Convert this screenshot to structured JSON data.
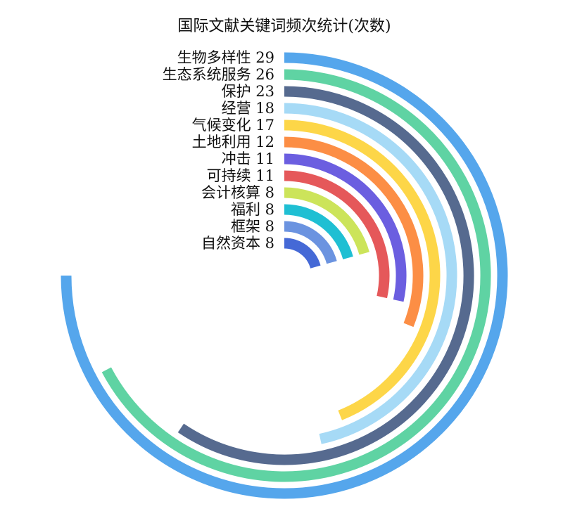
{
  "chart_data": {
    "type": "radial-bar",
    "title": "国际文献关键词频次统计(次数)",
    "max_value": 29,
    "categories": [
      "生物多样性",
      "生态系统服务",
      "保护",
      "经营",
      "气候变化",
      "土地利用",
      "冲击",
      "可持续",
      "会计核算",
      "福利",
      "框架",
      "自然资本"
    ],
    "values": [
      29,
      26,
      23,
      18,
      17,
      12,
      11,
      11,
      8,
      8,
      8,
      8
    ],
    "colors": [
      "#55a6ec",
      "#5fd3a3",
      "#566a8f",
      "#a6daf6",
      "#fdd648",
      "#fc8e45",
      "#6b5ee0",
      "#e5585a",
      "#cce45a",
      "#1fbfd3",
      "#6b93e0",
      "#4569d6"
    ]
  }
}
